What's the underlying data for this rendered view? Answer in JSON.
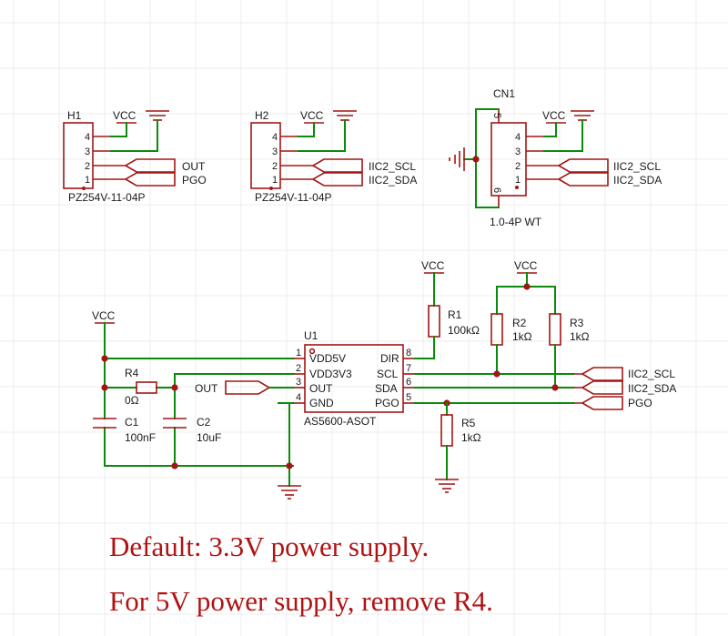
{
  "labels": {
    "vcc": "VCC",
    "out": "OUT",
    "pgo": "PGO",
    "scl": "IIC2_SCL",
    "sda": "IIC2_SDA"
  },
  "headers": {
    "h1": {
      "ref": "H1",
      "part": "PZ254V-11-04P",
      "pins": [
        "4",
        "3",
        "2",
        "1"
      ]
    },
    "h2": {
      "ref": "H2",
      "part": "PZ254V-11-04P",
      "pins": [
        "4",
        "3",
        "2",
        "1"
      ]
    },
    "cn1": {
      "ref": "CN1",
      "part": "1.0-4P WT",
      "pins": [
        "4",
        "3",
        "2",
        "1"
      ],
      "mount_pins": [
        "5",
        "6"
      ]
    }
  },
  "u1": {
    "ref": "U1",
    "part": "AS5600-ASOT",
    "left_pins": [
      {
        "num": "1",
        "name": "VDD5V"
      },
      {
        "num": "2",
        "name": "VDD3V3"
      },
      {
        "num": "3",
        "name": "OUT"
      },
      {
        "num": "4",
        "name": "GND"
      }
    ],
    "right_pins": [
      {
        "num": "8",
        "name": "DIR"
      },
      {
        "num": "7",
        "name": "SCL"
      },
      {
        "num": "6",
        "name": "SDA"
      },
      {
        "num": "5",
        "name": "PGO"
      }
    ]
  },
  "components": {
    "r1": {
      "ref": "R1",
      "value": "100kΩ"
    },
    "r2": {
      "ref": "R2",
      "value": "1kΩ"
    },
    "r3": {
      "ref": "R3",
      "value": "1kΩ"
    },
    "r4": {
      "ref": "R4",
      "value": "0Ω"
    },
    "r5": {
      "ref": "R5",
      "value": "1kΩ"
    },
    "c1": {
      "ref": "C1",
      "value": "100nF"
    },
    "c2": {
      "ref": "C2",
      "value": "10uF"
    }
  },
  "notes": {
    "line1": "Default: 3.3V power supply.",
    "line2": "For 5V power supply, remove R4."
  }
}
